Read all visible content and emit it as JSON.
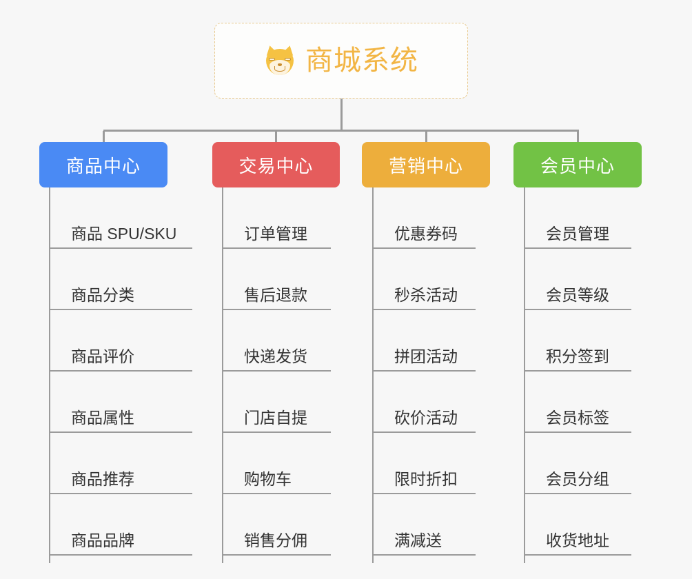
{
  "diagram": {
    "type": "mind-map",
    "title": "商城系统",
    "background_color": "#f7f7f7",
    "root": {
      "label": "商城系统",
      "icon": "shiba-inu-dog-face-icon",
      "text_color": "#f2b544",
      "border_color": "#e8c98d",
      "background_color": "#fdfdfc"
    },
    "connector_color": "#9b9b9b",
    "branches": [
      {
        "label": "商品中心",
        "color": "#4a8af4",
        "items": [
          "商品 SPU/SKU",
          "商品分类",
          "商品评价",
          "商品属性",
          "商品推荐",
          "商品品牌"
        ]
      },
      {
        "label": "交易中心",
        "color": "#e55c5c",
        "items": [
          "订单管理",
          "售后退款",
          "快递发货",
          "门店自提",
          "购物车",
          "销售分佣"
        ]
      },
      {
        "label": "营销中心",
        "color": "#edae3c",
        "items": [
          "优惠券码",
          "秒杀活动",
          "拼团活动",
          "砍价活动",
          "限时折扣",
          "满减送"
        ]
      },
      {
        "label": "会员中心",
        "color": "#72c245",
        "items": [
          "会员管理",
          "会员等级",
          "积分签到",
          "会员标签",
          "会员分组",
          "收货地址"
        ]
      }
    ]
  }
}
